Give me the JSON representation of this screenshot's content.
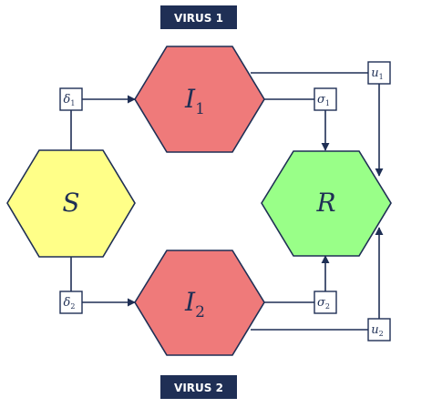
{
  "banners": {
    "top": "VIRUS 1",
    "bottom": "VIRUS 2"
  },
  "nodes": {
    "s": {
      "main": "S",
      "sub": ""
    },
    "i1": {
      "main": "I",
      "sub": "1"
    },
    "i2": {
      "main": "I",
      "sub": "2"
    },
    "r": {
      "main": "R",
      "sub": ""
    }
  },
  "params": {
    "delta1": {
      "main": "δ",
      "sub": "1"
    },
    "delta2": {
      "main": "δ",
      "sub": "2"
    },
    "sigma1": {
      "main": "σ",
      "sub": "1"
    },
    "sigma2": {
      "main": "σ",
      "sub": "2"
    },
    "u1": {
      "main": "u",
      "sub": "1"
    },
    "u2": {
      "main": "u",
      "sub": "2"
    }
  },
  "colors": {
    "s": "#ffff88",
    "i": "#ef7a7a",
    "r": "#99ff88",
    "line": "#1f2f55",
    "banner": "#1f2f55",
    "banner_text": "#ffffff"
  }
}
